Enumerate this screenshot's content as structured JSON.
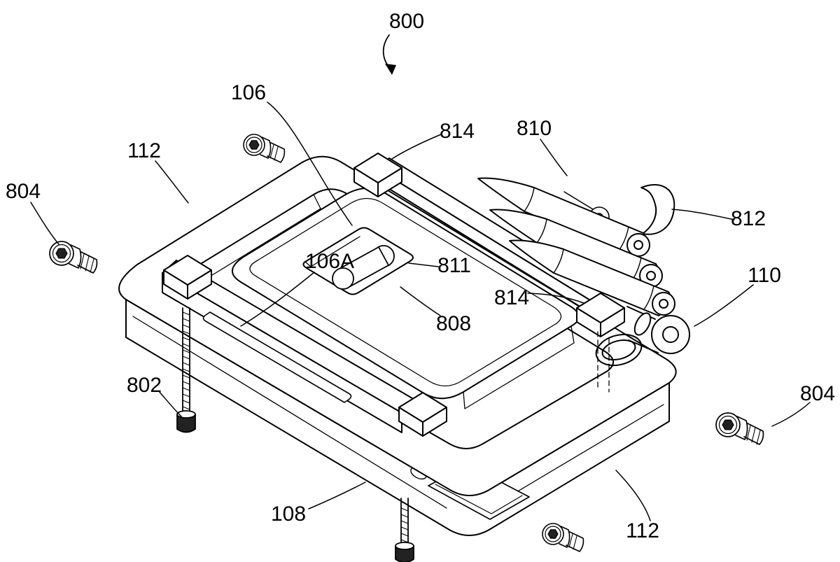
{
  "figure": {
    "type": "isometric patent-style technical drawing of a clamp fixture assembly",
    "background_color": "#ffffff",
    "line_color": "#000000",
    "reference_labels": {
      "l800": "800",
      "l106": "106",
      "l814a": "814",
      "l810": "810",
      "l112a": "112",
      "l804a": "804",
      "l812": "812",
      "l106A": "106A",
      "l811": "811",
      "l814b": "814",
      "l110": "110",
      "l808": "808",
      "l802": "802",
      "l804b": "804",
      "l108": "108",
      "l112b": "112"
    }
  }
}
